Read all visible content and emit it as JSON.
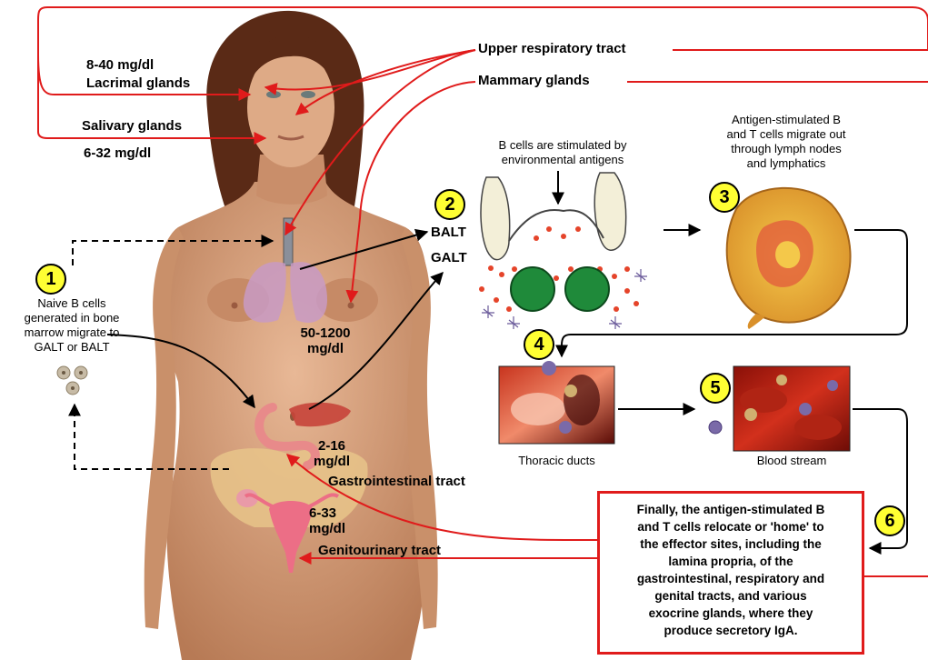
{
  "labels": {
    "upper_respiratory": "Upper respiratory tract",
    "mammary": "Mammary glands",
    "lacrimal_conc": "8-40 mg/dl",
    "lacrimal": "Lacrimal glands",
    "salivary": "Salivary glands",
    "salivary_conc": "6-32 mg/dl",
    "mammary_conc_1": "50-1200",
    "mammary_conc_2": "mg/dl",
    "gi_conc_1": "2-16",
    "gi_conc_2": "mg/dl",
    "gi": "Gastrointestinal tract",
    "gu_conc_1": "6-33",
    "gu_conc_2": "mg/dl",
    "gu": "Genitourinary tract",
    "balt": "BALT",
    "galt": "GALT"
  },
  "steps": {
    "step1": {
      "badge": "1",
      "lines": [
        "Naive B cells",
        "generated in bone",
        "marrow migrate to",
        "GALT or BALT"
      ]
    },
    "step2": {
      "badge": "2",
      "lines": [
        "B cells are stimulated by",
        "environmental antigens"
      ]
    },
    "step3": {
      "badge": "3",
      "lines": [
        "Antigen-stimulated B",
        "and T cells migrate out",
        "through lymph nodes",
        "and lymphatics"
      ]
    },
    "step4": {
      "badge": "4",
      "caption": "Thoracic ducts"
    },
    "step5": {
      "badge": "5",
      "caption": "Blood stream"
    },
    "step6": {
      "badge": "6",
      "lines": [
        "Finally, the antigen-stimulated B",
        "and T cells relocate or 'home' to",
        "the effector sites, including the",
        "lamina propria, of the",
        "gastrointestinal, respiratory and",
        "genital tracts, and various",
        "exocrine glands, where they",
        "produce secretory IgA."
      ]
    }
  },
  "colors": {
    "arrow_red": "#e01b1b",
    "badge_yellow": "#ffff33",
    "skin": "#d9a27e",
    "hair": "#5a2a16"
  }
}
